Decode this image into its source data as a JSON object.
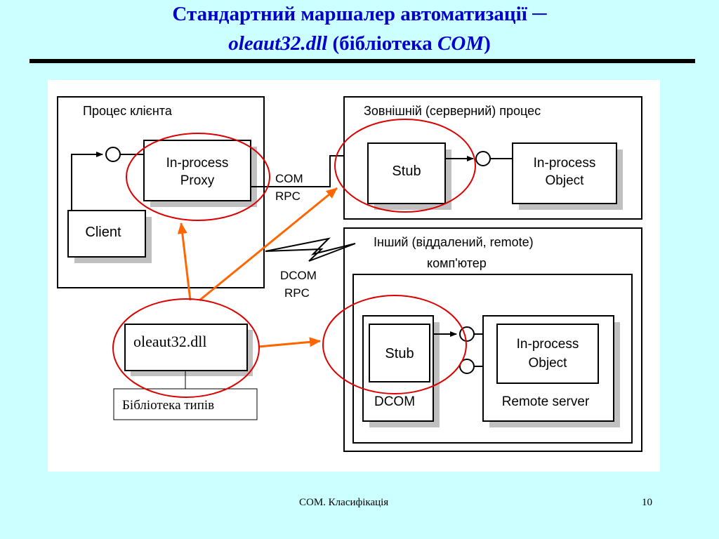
{
  "slide": {
    "title_line1": "Стандартний маршалер автоматизації ─",
    "title_line2_italic_a": "oleaut32.dll",
    "title_line2_plain": " (бібліотека ",
    "title_line2_italic_b": "COM",
    "title_line2_close": ")",
    "footer_center": "COM. Класифікація",
    "page_number": "10"
  },
  "diagram": {
    "client_process_label": "Процес клієнта",
    "proxy_label_1": "In-process",
    "proxy_label_2": "Proxy",
    "client_label": "Client",
    "com_rpc_1": "COM",
    "com_rpc_2": "RPC",
    "server_process_label": "Зовнішній (серверний) процес",
    "stub_label": "Stub",
    "object_label_1": "In-process",
    "object_label_2": "Object",
    "remote_label_1": "Інший (віддалений, remote)",
    "remote_label_2": "комп'ютер",
    "dcom_rpc_1": "DCOM",
    "dcom_rpc_2": "RPC",
    "oleaut_label": "oleaut32.dll",
    "typelib_label": "Бібліотека типів",
    "remote_stub_label": "Stub",
    "dcom_label": "DCOM",
    "remote_object_label_1": "In-process",
    "remote_object_label_2": "Object",
    "remote_server_label": "Remote server"
  },
  "colors": {
    "background": "#ccffff",
    "title": "#0000cc",
    "highlight_circle": "#dd0000",
    "arrow": "#ff6600",
    "shadow": "#c0c0c0"
  }
}
